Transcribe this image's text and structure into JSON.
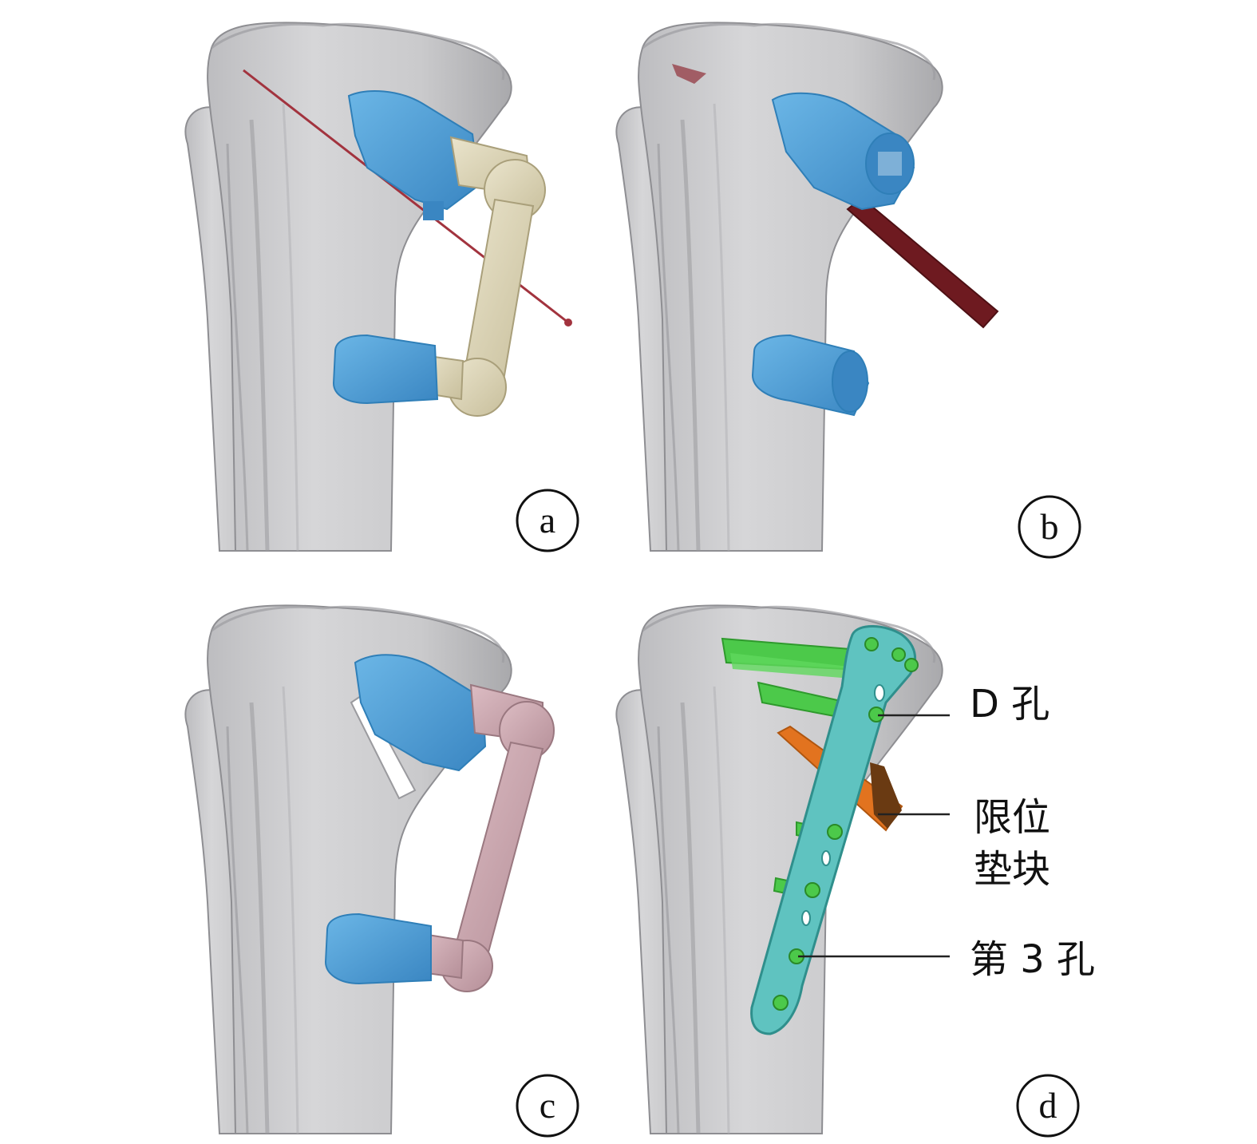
{
  "panels": [
    {
      "id": "a",
      "label": "a"
    },
    {
      "id": "b",
      "label": "b"
    },
    {
      "id": "c",
      "label": "c"
    },
    {
      "id": "d",
      "label": "d"
    }
  ],
  "annotations": {
    "d_hole": "D 孔",
    "spacer_line1": "限位",
    "spacer_line2": "垫块",
    "third_hole": "第 3 孔"
  },
  "colors": {
    "bone": "#c9c9cb",
    "bone_shade": "#a7a7aa",
    "guide_blue": "#4f9fd6",
    "guide_blue_dark": "#2f7fb8",
    "connector_tan": "#dcd3b4",
    "connector_pink": "#c9a6ae",
    "saw_dark_red": "#6e1a20",
    "wire_red": "#a2333e",
    "plate_teal": "#5fc3c0",
    "screw_green": "#4cc94a",
    "spacer_orange": "#e2731f"
  }
}
